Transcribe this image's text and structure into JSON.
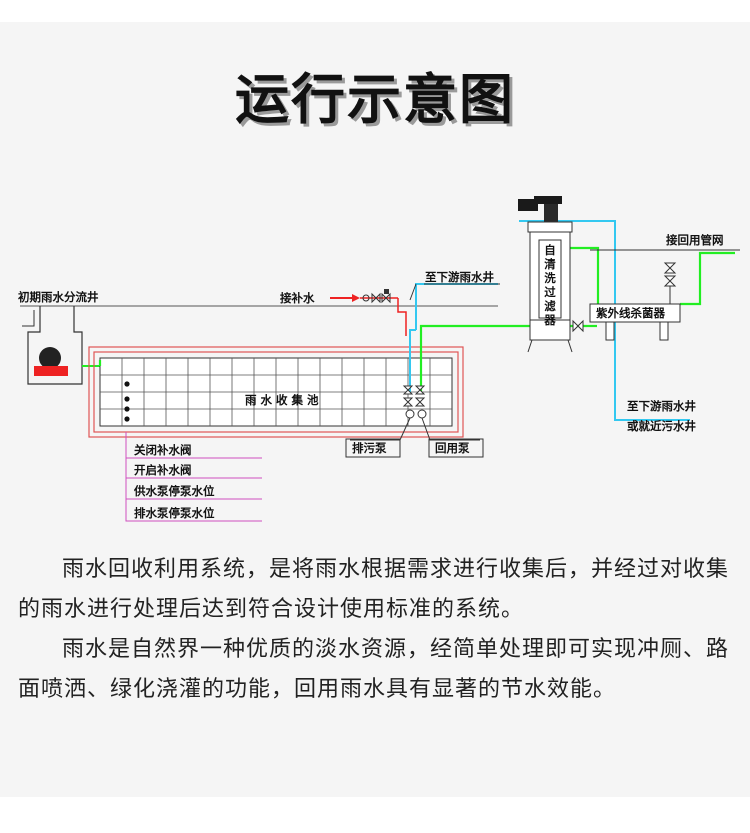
{
  "title": "运行示意图",
  "diagram": {
    "labels": {
      "diversion_well": "初期雨水分流井",
      "make_up_water": "接补水",
      "to_downstream_1": "至下游雨水井",
      "self_clean_filter": "自清洗过滤器",
      "uv_sterilizer": "紫外线杀菌器",
      "reuse_pipe": "接回用管网",
      "to_downstream_2": "至下游雨水井",
      "or_sewage_well": "或就近污水井",
      "collection_pool": "雨 水 收 集 池",
      "sewage_pump": "排污泵",
      "reuse_pump": "回用泵",
      "close_valve": "关闭补水阀",
      "open_valve": "开启补水阀",
      "supply_pump_stop": "供水泵停泵水位",
      "drain_pump_stop": "排水泵停泵水位"
    },
    "colors": {
      "green_pipe": "#22ee22",
      "cyan_pipe": "#33c8f0",
      "red_pipe": "#ee2222",
      "pool_frame": "#e05555",
      "level_line": "#d050c0"
    }
  },
  "description": [
    "雨水回收利用系统，是将雨水根据需求进行收集后，并经过对收集的雨水进行处理后达到符合设计使用标准的系统。",
    "雨水是自然界一种优质的淡水资源，经简单处理即可实现冲厕、路面喷洒、绿化浇灌的功能，回用雨水具有显著的节水效能。"
  ]
}
